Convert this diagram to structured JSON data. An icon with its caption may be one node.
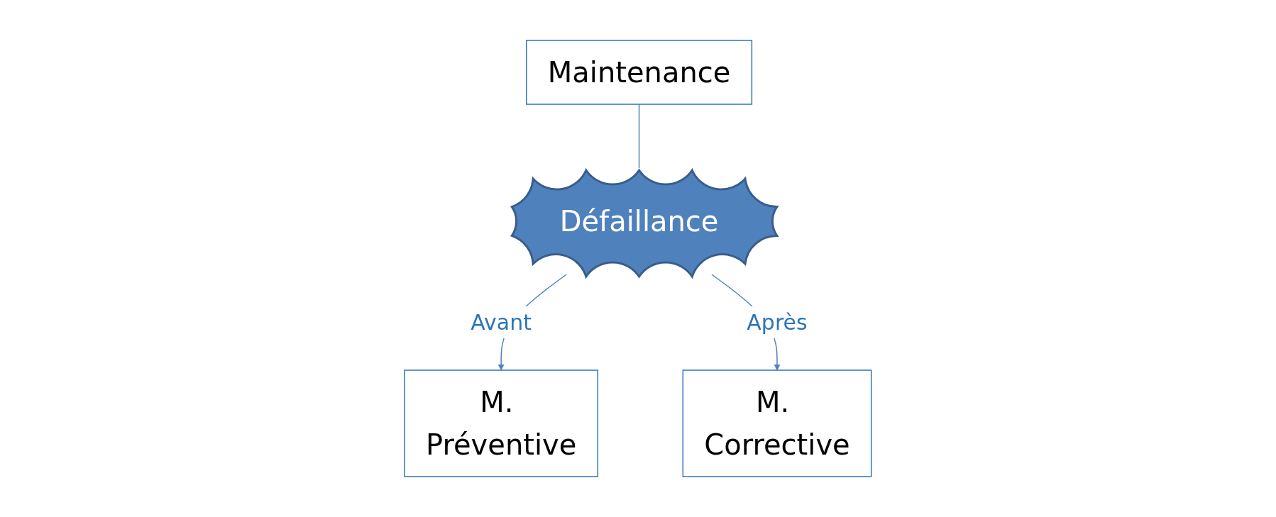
{
  "diagram": {
    "nodes": [
      {
        "text": [
          "Maintenance"
        ]
      },
      {
        "text": [
          "Défaillance"
        ]
      },
      {
        "text": [
          "M. Préventive"
        ]
      },
      {
        "text": [
          "M. Corrective"
        ]
      }
    ],
    "edges": [
      {
        "from": 0,
        "to": 1,
        "arrow": "none"
      },
      {
        "from": 1,
        "to": 2,
        "arrow": "to",
        "label": "Avant"
      },
      {
        "from": 1,
        "to": 3,
        "arrow": "to",
        "label": "Après"
      }
    ]
  }
}
